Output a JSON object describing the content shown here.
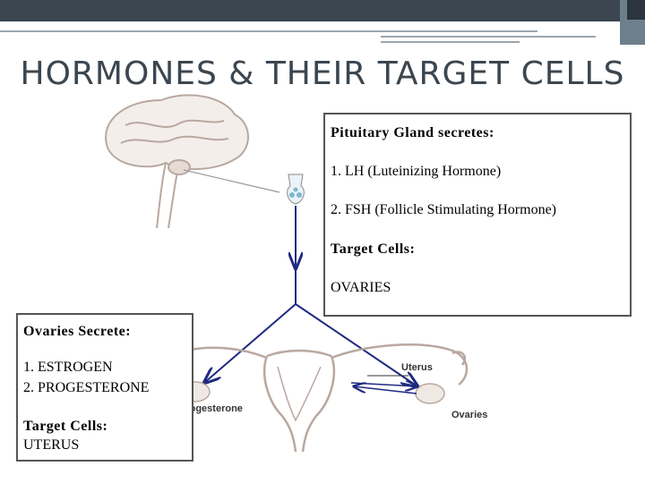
{
  "slide": {
    "title": "HORMONES & THEIR TARGET CELLS"
  },
  "pituitary_box": {
    "heading": "Pituitary Gland secretes:",
    "items": [
      "1.  LH  (Luteinizing Hormone)",
      "2.  FSH (Follicle Stimulating Hormone)"
    ],
    "target_heading": "Target Cells:",
    "target": "OVARIES"
  },
  "ovaries_box": {
    "heading": "Ovaries Secrete:",
    "items": [
      "1.  ESTROGEN",
      "2.  PROGESTERONE"
    ],
    "target_heading": "Target Cells:",
    "target": "UTERUS"
  },
  "diagram_labels": {
    "uterus": "Uterus",
    "progesterone": "Progesterone",
    "ovaries": "Ovaries"
  },
  "colors": {
    "arrow": "#1f2a80",
    "sketch": "#b9a8a0",
    "title": "#3b4650"
  }
}
